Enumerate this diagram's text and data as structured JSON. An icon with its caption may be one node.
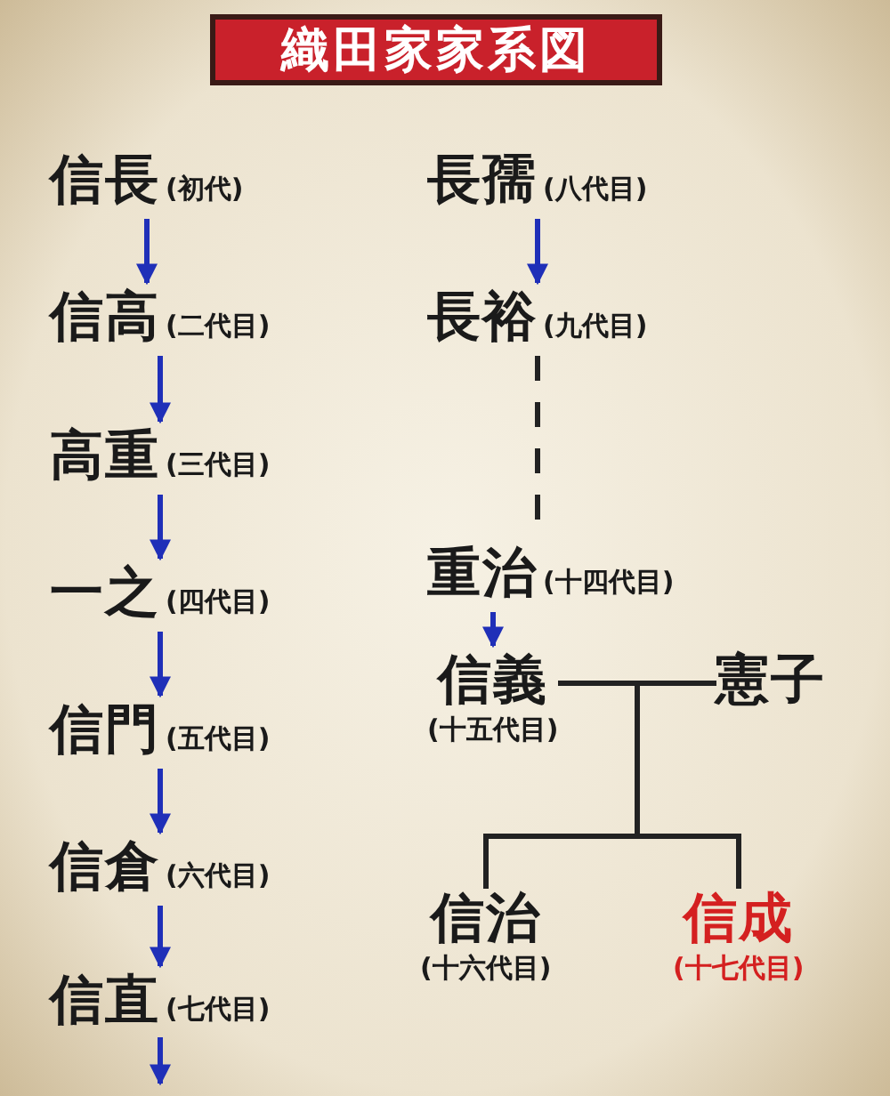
{
  "diagram": {
    "title": "織田家家系図",
    "nodes": [
      {
        "text": [
          "信長",
          "(初代)"
        ]
      },
      {
        "text": [
          "信高",
          "(二代目)"
        ]
      },
      {
        "text": [
          "高重",
          "(三代目)"
        ]
      },
      {
        "text": [
          "一之",
          "(四代目)"
        ]
      },
      {
        "text": [
          "信門",
          "(五代目)"
        ]
      },
      {
        "text": [
          "信倉",
          "(六代目)"
        ]
      },
      {
        "text": [
          "信直",
          "(七代目)"
        ]
      },
      {
        "text": [
          "長孺",
          "(八代目)"
        ]
      },
      {
        "text": [
          "長裕",
          "(九代目)"
        ]
      },
      {
        "text": [
          "重治",
          "(十四代目)"
        ]
      },
      {
        "text": [
          "信義",
          "(十五代目)"
        ]
      },
      {
        "text": [
          "憲子"
        ]
      },
      {
        "text": [
          "信治",
          "(十六代目)"
        ]
      },
      {
        "text": [
          "信成",
          "(十七代目)"
        ]
      }
    ],
    "edges": [
      {
        "from": 0,
        "to": 1,
        "arrow": "to"
      },
      {
        "from": 1,
        "to": 2,
        "arrow": "to"
      },
      {
        "from": 2,
        "to": 3,
        "arrow": "to"
      },
      {
        "from": 3,
        "to": 4,
        "arrow": "to"
      },
      {
        "from": 4,
        "to": 5,
        "arrow": "to"
      },
      {
        "from": 5,
        "to": 6,
        "arrow": "to"
      },
      {
        "from": 6,
        "to": null,
        "arrow": "to"
      },
      {
        "from": 7,
        "to": 8,
        "arrow": "to"
      },
      {
        "from": 8,
        "to": 9,
        "arrow": "none",
        "style": "dashed",
        "color": "#222222"
      },
      {
        "from": 9,
        "to": 10,
        "arrow": "to"
      },
      {
        "from": 10,
        "to": 11,
        "arrow": "none",
        "color": "#222222"
      },
      {
        "from": 10,
        "to": 12,
        "arrow": "none",
        "color": "#222222"
      },
      {
        "from": 10,
        "to": 13,
        "arrow": "none",
        "color": "#222222"
      },
      {
        "from": 11,
        "to": 12,
        "arrow": "none",
        "color": "#222222"
      },
      {
        "from": 11,
        "to": 13,
        "arrow": "none",
        "color": "#222222"
      }
    ]
  }
}
